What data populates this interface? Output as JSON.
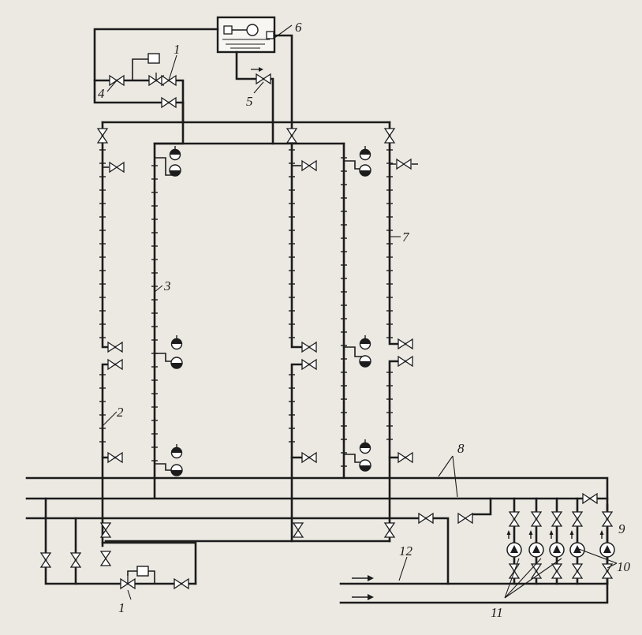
{
  "diagram": {
    "type": "heating system pipe schematic",
    "callouts": {
      "pressure_regulator_top": "1",
      "pressure_regulator_bottom": "1",
      "distribution_riser": "2",
      "main_riser": "3",
      "bypass_valve": "4",
      "drain_valve": "5",
      "expansion_tank": "6",
      "riser_right": "7",
      "supply_mains": "8",
      "pump_set": "9",
      "pumps": "10",
      "pump_valves": "11",
      "inlet_pipe": "12"
    },
    "colors": {
      "line": "#1c1c1c",
      "paper": "#ece9e3"
    }
  }
}
